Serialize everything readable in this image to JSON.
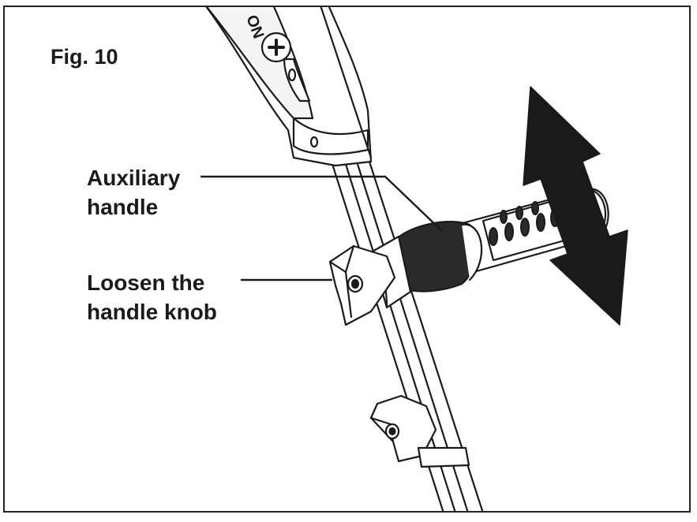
{
  "figure": {
    "title": "Fig. 10",
    "callouts": {
      "auxiliary_handle": [
        "Auxiliary",
        "handle"
      ],
      "handle_knob": [
        "Loosen the",
        "handle knob"
      ]
    },
    "tool_markings": "ON",
    "colors": {
      "line": "#1a1a1a",
      "fill": "#ffffff",
      "arrow": "#1a1a1a",
      "grip": "#2a2a2a"
    },
    "icons": [
      "double-headed-arrow-icon",
      "plus-badge-icon"
    ]
  }
}
